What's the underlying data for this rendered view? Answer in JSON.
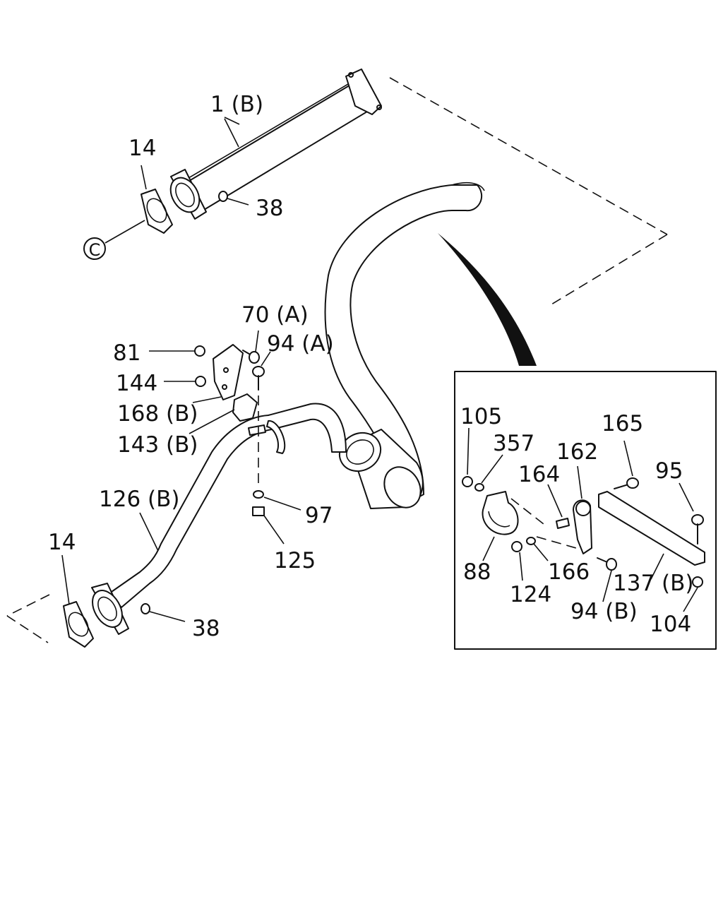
{
  "labels": {
    "l_1b": "1 (B)",
    "l_14_top": "14",
    "l_38_top": "38",
    "l_c": "C",
    "l_70a": "70 (A)",
    "l_81": "81",
    "l_94a": "94 (A)",
    "l_144": "144",
    "l_168b": "168 (B)",
    "l_143b": "143 (B)",
    "l_126b": "126 (B)",
    "l_97": "97",
    "l_125": "125",
    "l_14_bot": "14",
    "l_38_bot": "38",
    "l_105": "105",
    "l_357": "357",
    "l_162": "162",
    "l_165": "165",
    "l_164": "164",
    "l_95": "95",
    "l_88": "88",
    "l_124": "124",
    "l_166": "166",
    "l_137b": "137 (B)",
    "l_94b": "94 (B)",
    "l_104": "104"
  }
}
